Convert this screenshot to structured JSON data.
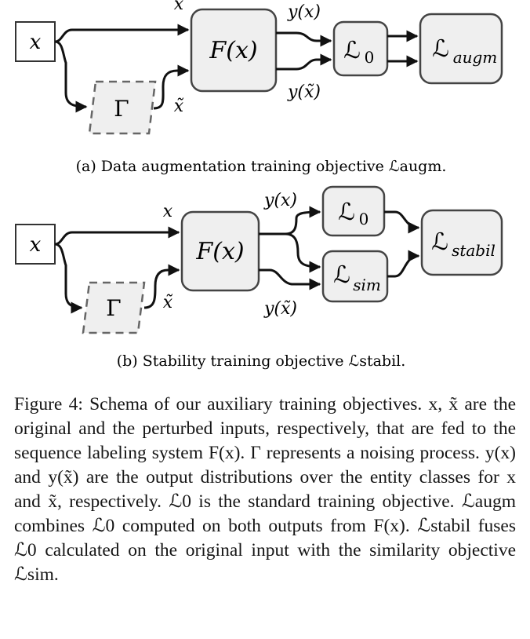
{
  "diagram_a": {
    "input_label": "x",
    "noise_label": "Γ",
    "x_label": "x",
    "xtilde_label": "x̃",
    "model_label": "F(x)",
    "yx_label": "y(x)",
    "yxt_label": "y(x̃)",
    "l0_label": "ℒ",
    "l0_sub": "0",
    "out_label": "ℒ",
    "out_sub": "augm",
    "caption": "(a) Data augmentation training objective ℒaugm."
  },
  "diagram_b": {
    "input_label": "x",
    "noise_label": "Γ",
    "x_label": "x",
    "xtilde_label": "x̃",
    "model_label": "F(x)",
    "yx_label": "y(x)",
    "yxt_label": "y(x̃)",
    "l0_label": "ℒ",
    "l0_sub": "0",
    "sim_label": "ℒ",
    "sim_sub": "sim",
    "out_label": "ℒ",
    "out_sub": "stabil",
    "caption": "(b) Stability training objective ℒstabil."
  },
  "figure_caption": "Figure 4: Schema of our auxiliary training objectives. x, x̃ are the original and the perturbed inputs, respectively, that are fed to the sequence labeling system F(x). Γ represents a noising process. y(x) and y(x̃) are the output distributions over the entity classes for x and x̃, respectively. ℒ0 is the standard training objective. ℒaugm combines ℒ0 computed on both outputs from F(x). ℒstabil fuses ℒ0 calculated on the original input with the similarity objective ℒsim."
}
